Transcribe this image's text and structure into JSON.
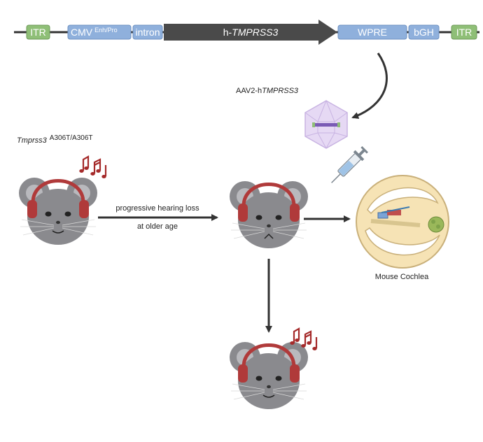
{
  "construct": {
    "itr_left": "ITR",
    "cmv": "CMV",
    "cmv_sup": "Enh/Pro",
    "intron": "intron",
    "gene_prefix": "h-",
    "gene_italic": "TMPRSS3",
    "wpre": "WPRE",
    "bgh": "bGH",
    "itr_right": "ITR"
  },
  "vector": {
    "prefix": "AAV2-h",
    "italic": "TMPRSS3"
  },
  "genotype": {
    "italic": "Tmprss3",
    "sup": "A306T/A306T"
  },
  "transition": {
    "line1": "progressive hearing loss",
    "line2": "at older age"
  },
  "cochlea_label": "Mouse Cochlea",
  "colors": {
    "itr": "#8fbf77",
    "element": "#8fb0dc",
    "gene_arrow": "#4a4a4a",
    "arrow": "#333333",
    "mouse": "#8a8a8e",
    "headphones": "#b03a3a",
    "note": "#a52a2a",
    "capsid": "#d9c6ee",
    "cochlea_fill": "#f6e3b5"
  }
}
